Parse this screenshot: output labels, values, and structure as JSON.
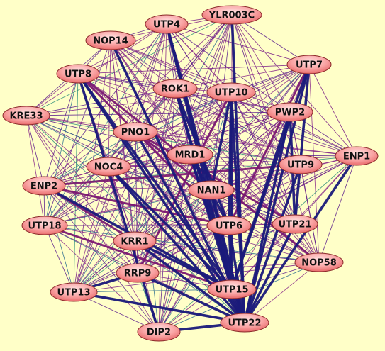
{
  "graph": {
    "background": "#ffffc8",
    "node_fill_light": "#ffd5d5",
    "node_fill_dark": "#ee6d6d",
    "node_stroke": "#8a2a2a",
    "edge_colors": [
      "#5c1f8c",
      "#7a1f86",
      "#8b2c8a",
      "#2e6f8f",
      "#2f8f7a"
    ],
    "strong_edge_color": "#1a1a7a",
    "medium_edge_color": "#7a1670",
    "nodes": [
      {
        "id": "YLR003C",
        "label": "YLR003C"
      },
      {
        "id": "UTP4",
        "label": "UTP4"
      },
      {
        "id": "NOP14",
        "label": "NOP14"
      },
      {
        "id": "UTP7",
        "label": "UTP7"
      },
      {
        "id": "UTP8",
        "label": "UTP8"
      },
      {
        "id": "ROK1",
        "label": "ROK1"
      },
      {
        "id": "UTP10",
        "label": "UTP10"
      },
      {
        "id": "KRE33",
        "label": "KRE33"
      },
      {
        "id": "PWP2",
        "label": "PWP2"
      },
      {
        "id": "PNO1",
        "label": "PNO1"
      },
      {
        "id": "ENP1",
        "label": "ENP1"
      },
      {
        "id": "MRD1",
        "label": "MRD1"
      },
      {
        "id": "NOC4",
        "label": "NOC4"
      },
      {
        "id": "UTP9",
        "label": "UTP9"
      },
      {
        "id": "ENP2",
        "label": "ENP2"
      },
      {
        "id": "NAN1",
        "label": "NAN1"
      },
      {
        "id": "UTP18",
        "label": "UTP18"
      },
      {
        "id": "UTP6",
        "label": "UTP6"
      },
      {
        "id": "UTP21",
        "label": "UTP21"
      },
      {
        "id": "KRR1",
        "label": "KRR1"
      },
      {
        "id": "NOP58",
        "label": "NOP58"
      },
      {
        "id": "RRP9",
        "label": "RRP9"
      },
      {
        "id": "UTP15",
        "label": "UTP15"
      },
      {
        "id": "UTP13",
        "label": "UTP13"
      },
      {
        "id": "UTP22",
        "label": "UTP22"
      },
      {
        "id": "DIP2",
        "label": "DIP2"
      }
    ],
    "strong_edges": [
      [
        "UTP22",
        "UTP4"
      ],
      [
        "UTP22",
        "YLR003C"
      ],
      [
        "UTP22",
        "NOP14"
      ],
      [
        "UTP22",
        "UTP8"
      ],
      [
        "UTP22",
        "ROK1"
      ],
      [
        "UTP22",
        "UTP10"
      ],
      [
        "UTP22",
        "UTP7"
      ],
      [
        "UTP22",
        "PWP2"
      ],
      [
        "UTP22",
        "PNO1"
      ],
      [
        "UTP22",
        "MRD1"
      ],
      [
        "UTP22",
        "NOC4"
      ],
      [
        "UTP22",
        "NAN1"
      ],
      [
        "UTP22",
        "UTP6"
      ],
      [
        "UTP22",
        "UTP21"
      ],
      [
        "UTP22",
        "UTP9"
      ],
      [
        "UTP22",
        "DIP2"
      ],
      [
        "UTP22",
        "UTP13"
      ],
      [
        "UTP22",
        "RRP9"
      ],
      [
        "UTP22",
        "KRR1"
      ],
      [
        "UTP22",
        "UTP15"
      ],
      [
        "UTP22",
        "ENP1"
      ],
      [
        "UTP15",
        "UTP4"
      ],
      [
        "UTP15",
        "UTP10"
      ],
      [
        "UTP15",
        "ROK1"
      ],
      [
        "UTP15",
        "MRD1"
      ],
      [
        "UTP15",
        "UTP7"
      ],
      [
        "UTP15",
        "PWP2"
      ],
      [
        "UTP15",
        "NAN1"
      ],
      [
        "UTP15",
        "UTP6"
      ],
      [
        "UTP15",
        "UTP8"
      ],
      [
        "UTP15",
        "NOC4"
      ],
      [
        "UTP15",
        "ENP2"
      ],
      [
        "UTP15",
        "KRR1"
      ],
      [
        "UTP21",
        "UTP7"
      ],
      [
        "UTP21",
        "PWP2"
      ],
      [
        "NAN1",
        "UTP4"
      ],
      [
        "UTP6",
        "ROK1"
      ],
      [
        "UTP6",
        "UTP10"
      ],
      [
        "UTP6",
        "MRD1"
      ],
      [
        "NAN1",
        "UTP10"
      ],
      [
        "DIP2",
        "UTP8"
      ],
      [
        "UTP13",
        "RRP9"
      ]
    ],
    "medium_edges": [
      [
        "UTP6",
        "ENP2"
      ],
      [
        "UTP6",
        "UTP8"
      ],
      [
        "KRR1",
        "ENP2"
      ],
      [
        "UTP21",
        "PNO1"
      ],
      [
        "UTP15",
        "UTP18"
      ],
      [
        "NAN1",
        "PNO1"
      ],
      [
        "UTP9",
        "ENP2"
      ],
      [
        "NOP58",
        "UTP8"
      ],
      [
        "UTP6",
        "UTP7"
      ],
      [
        "RRP9",
        "UTP10"
      ]
    ]
  }
}
